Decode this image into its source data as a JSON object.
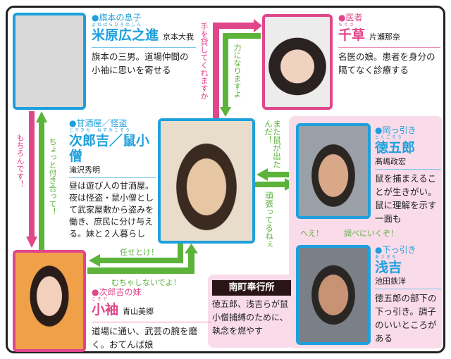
{
  "colors": {
    "blue": "#1ea0dc",
    "pink": "#e0468a",
    "green": "#5bb33a",
    "panel": "#f9dbe9"
  },
  "yonehara": {
    "role": "●旗本の息子",
    "ruby": "よねはらひろのしん",
    "name": "米原広之進",
    "actor": "京本大我",
    "desc": "旗本の三男。道場仲間の小袖に思いを寄せる"
  },
  "chigusa": {
    "role": "●医者",
    "ruby": "ちぐさ",
    "name": "千草",
    "actor": "片瀬那奈",
    "desc": "名医の娘。患者を身分の隔てなく診療する"
  },
  "jirokichi": {
    "role": "●甘酒屋／怪盗",
    "ruby": "じろきち　ねずみこぞう",
    "name": "次郎吉／鼠小僧",
    "actor": "滝沢秀明",
    "desc": "昼は遊び人の甘酒屋。夜は怪盗・鼠小僧として武家屋敷から盗みを働き、庶民に分け与える。妹と２人暮らし"
  },
  "tokugoro": {
    "role": "●岡っ引き",
    "ruby": "とくごろう",
    "name": "徳五郎",
    "actor": "髙嶋政宏",
    "desc": "鼠を捕まえることが生きがい。鼠に理解を示す一面も"
  },
  "asakichi": {
    "role": "●下っ引き",
    "ruby": "あさきち",
    "name": "浅吉",
    "actor": "池田鉄洋",
    "desc": "徳五郎の部下の下っ引き。調子のいいところがある"
  },
  "kosode": {
    "role": "●次郎吉の妹",
    "ruby": "こそで",
    "name": "小袖",
    "actor": "青山美郷",
    "desc": "道場に通い、武芸の腕を磨く。おてんば娘"
  },
  "bugyosho": {
    "title": "南町奉行所",
    "desc": "徳五郎、浅吉らが鼠小僧捕縛のために、執念を燃やす"
  },
  "lines": {
    "te_wo_kashite": "手を貸してくれますか",
    "chikara_ni": "力になりますよ",
    "mochiron": "もちろんです！",
    "chotto": "ちょっと付き合って！",
    "mata_nezumi": "また鼠が出たんだ！",
    "ganbatteru": "頑張ってるねぇ",
    "makasetoke": "任せとけ！",
    "muchashinai": "むちゃしないでよ！",
    "hee": "へえ！",
    "shirabe": "調べにいくぞ！"
  }
}
